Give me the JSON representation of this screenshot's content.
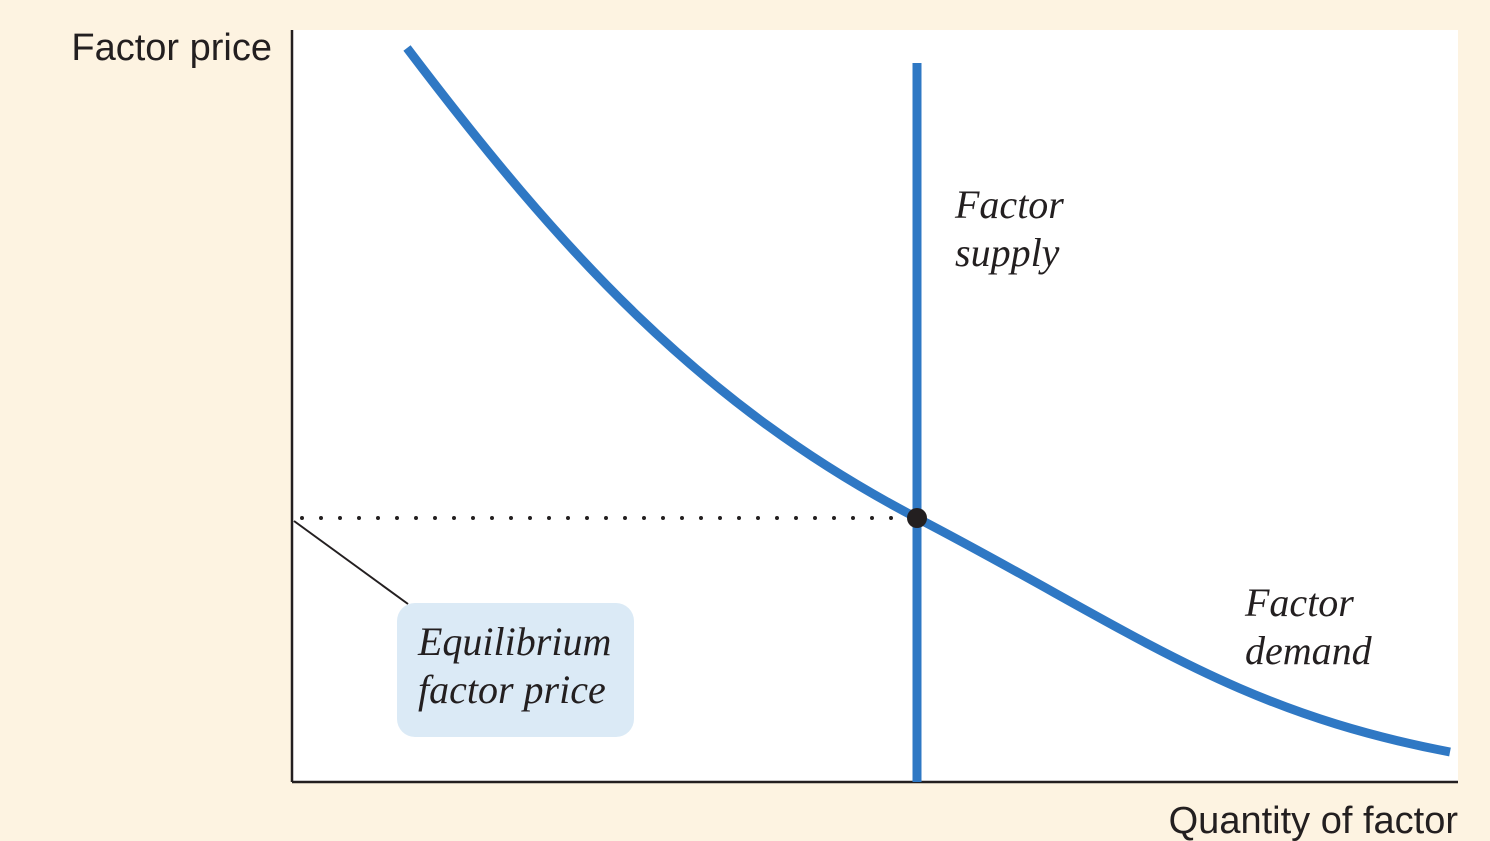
{
  "colors": {
    "page_background": "#fdf3e1",
    "plot_background": "#ffffff",
    "curve": "#2f78c4",
    "axis": "#231f20",
    "callout_fill": "#dbeaf6",
    "equilibrium_point": "#231f20"
  },
  "axes": {
    "y_title": "Factor price",
    "x_title": "Quantity of factor"
  },
  "labels": {
    "supply_line1": "Factor",
    "supply_line2": "supply",
    "demand_line1": "Factor",
    "demand_line2": "demand",
    "callout_line1": "Equilibrium",
    "callout_line2": "factor price"
  },
  "chart_data": {
    "type": "line",
    "curves": [
      {
        "role": "supply",
        "shape": "vertical"
      },
      {
        "role": "demand",
        "shape": "downward-sloping convex"
      }
    ],
    "equilibrium": {
      "marker": "dot",
      "guide": "dotted horizontal line to price axis"
    }
  }
}
